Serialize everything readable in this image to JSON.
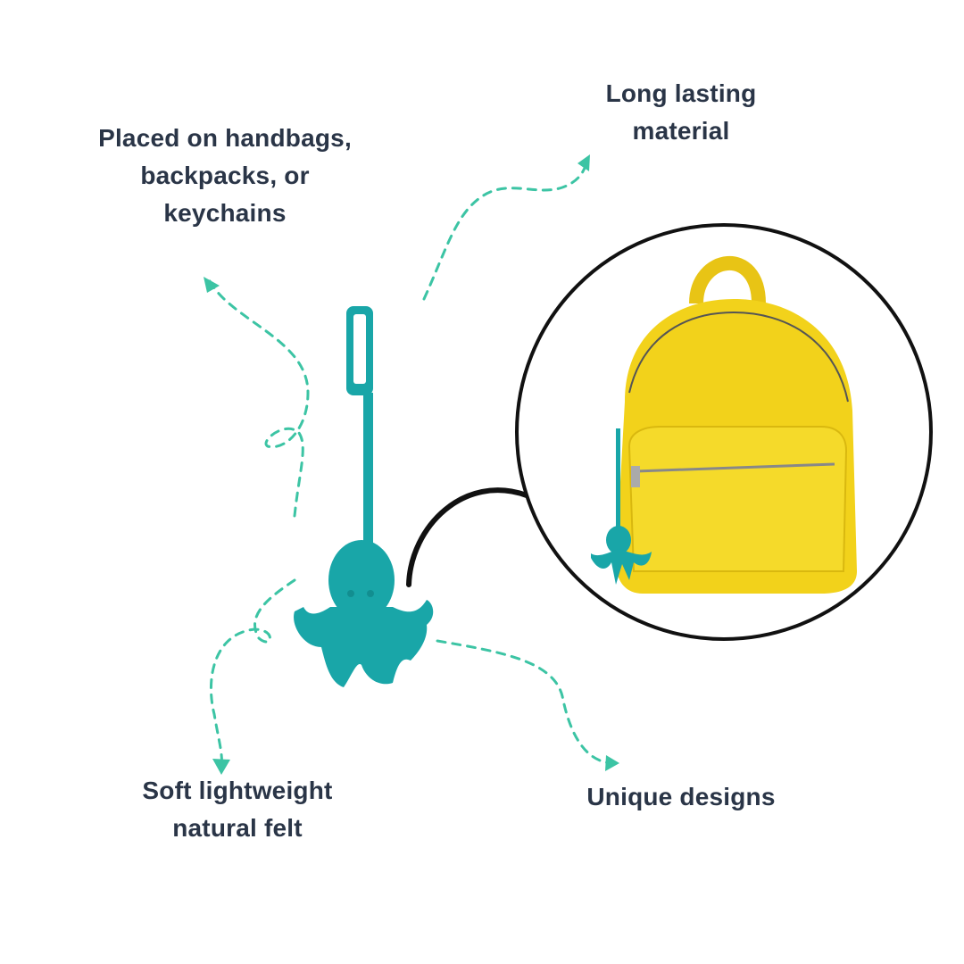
{
  "features": {
    "placement": [
      "Placed on handbags,",
      "backpacks, or",
      "keychains"
    ],
    "durability": [
      "Long lasting",
      "material"
    ],
    "material": [
      "Soft lightweight",
      "natural felt"
    ],
    "designs": [
      "Unique designs"
    ]
  },
  "colors": {
    "text": "#2a3547",
    "accent": "#3cc4a4",
    "felt": "#19a6a8",
    "bag": "#f2d21b"
  }
}
